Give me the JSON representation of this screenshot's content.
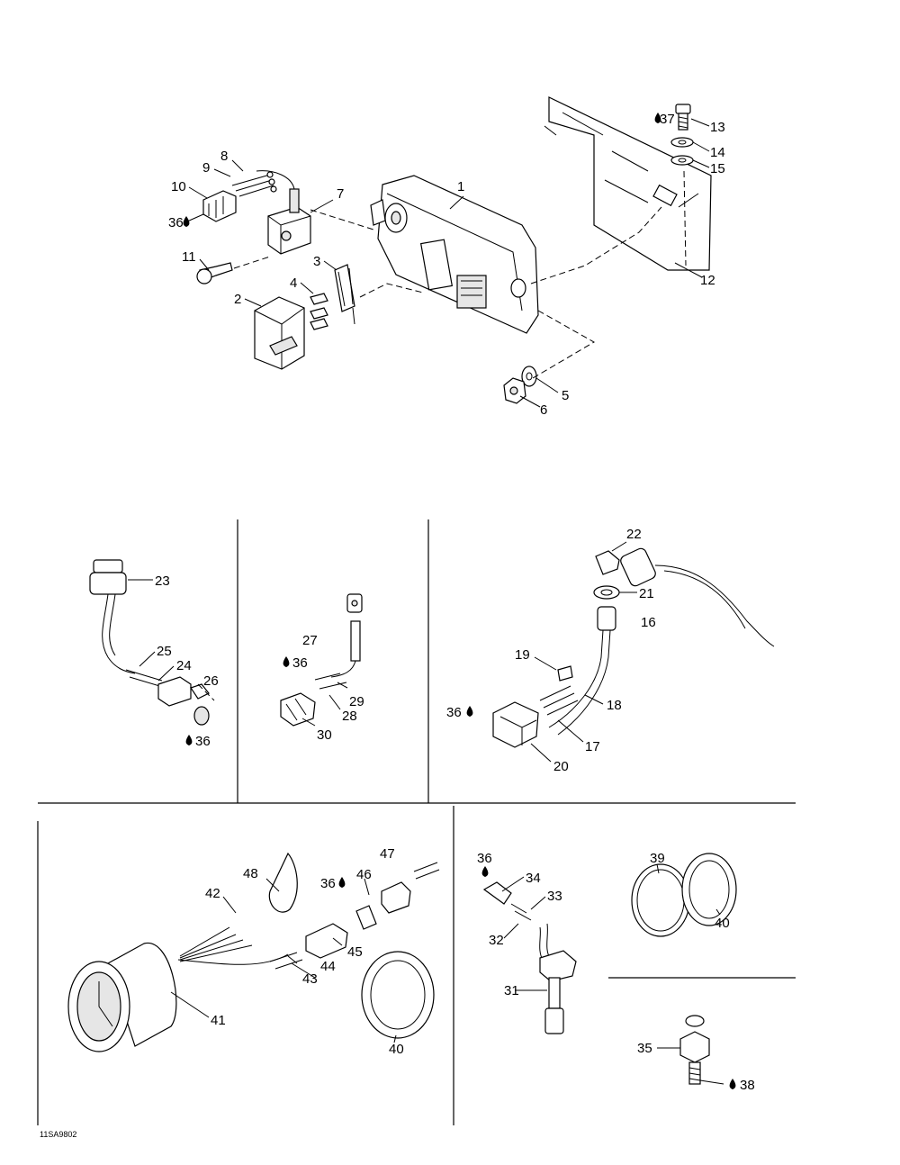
{
  "drawing_code": "11SA9802",
  "callouts": {
    "c1": "1",
    "c2": "2",
    "c3": "3",
    "c4": "4",
    "c5": "5",
    "c6": "6",
    "c7": "7",
    "c8": "8",
    "c9": "9",
    "c10": "10",
    "c11": "11",
    "c12": "12",
    "c13": "13",
    "c14": "14",
    "c15": "15",
    "c16": "16",
    "c17": "17",
    "c18": "18",
    "c19": "19",
    "c20": "20",
    "c21": "21",
    "c22": "22",
    "c23": "23",
    "c24": "24",
    "c25": "25",
    "c26": "26",
    "c27": "27",
    "c28": "28",
    "c29": "29",
    "c30": "30",
    "c31": "31",
    "c32": "32",
    "c33": "33",
    "c34": "34",
    "c35": "35",
    "c36": "36",
    "c37": "37",
    "c38": "38",
    "c39": "39",
    "c40": "40",
    "c41": "41",
    "c42": "42",
    "c43": "43",
    "c44": "44",
    "c45": "45",
    "c46": "46",
    "c47": "47",
    "c48": "48"
  },
  "legend_icons": [
    "oil-drop-icon"
  ]
}
